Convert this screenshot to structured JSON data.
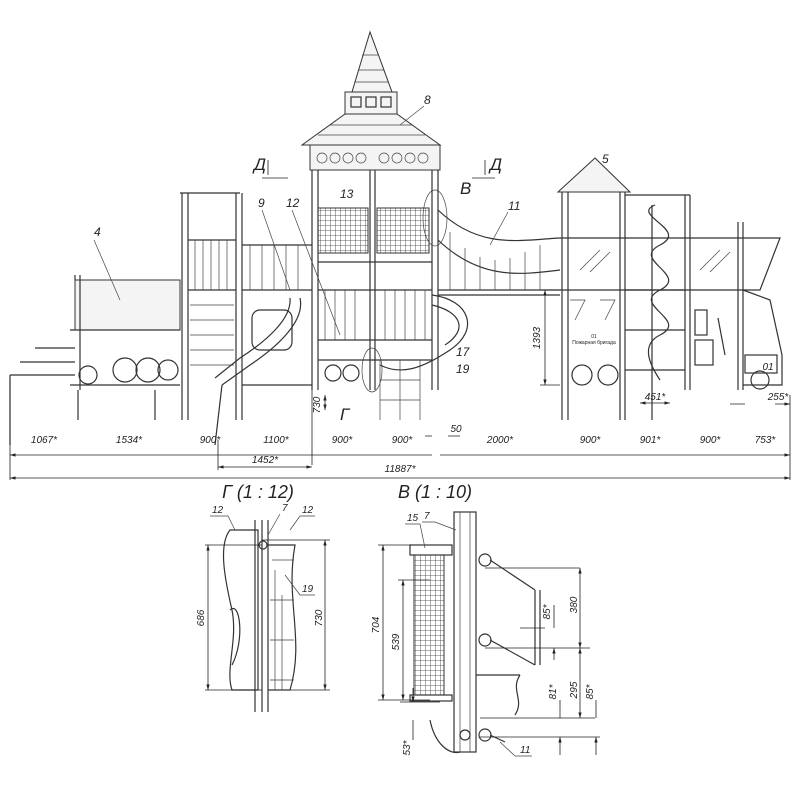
{
  "main_view": {
    "section_mark_left": "Д",
    "section_mark_right": "Д",
    "detail_callout_v": "В",
    "detail_callout_g": "Г",
    "part_labels": {
      "p4": "4",
      "p5": "5",
      "p8": "8",
      "p9": "9",
      "p11": "11",
      "p12": "12",
      "p13": "13",
      "p17": "17",
      "p19": "19"
    },
    "sign_text": "01",
    "sign_subtext": "Пожарная бригада",
    "vehicle_number": "01",
    "dimensions": {
      "d1067": "1067*",
      "d1534": "1534*",
      "d900a": "900*",
      "d1100": "1100*",
      "d900b": "900*",
      "d900c": "900*",
      "d50": "50",
      "d2000": "2000*",
      "d900d": "900*",
      "d901": "901*",
      "d900e": "900*",
      "d753": "753*",
      "d1452": "1452*",
      "d11887": "11887*",
      "d1393": "1393",
      "d730": "730",
      "d451": "451*",
      "d255": "255*"
    }
  },
  "detail_g": {
    "title": "Г (1 : 12)",
    "labels": {
      "l12a": "12",
      "l7": "7",
      "l12b": "12",
      "l19": "19"
    },
    "dimensions": {
      "d686": "686",
      "d730": "730"
    }
  },
  "detail_v": {
    "title": "В (1 : 10)",
    "labels": {
      "l15": "15",
      "l7": "7",
      "l11": "11"
    },
    "dimensions": {
      "d704": "704",
      "d539": "539",
      "d53": "53*",
      "d85a": "85*",
      "d380": "380",
      "d81": "81*",
      "d295": "295",
      "d85b": "85*"
    }
  }
}
